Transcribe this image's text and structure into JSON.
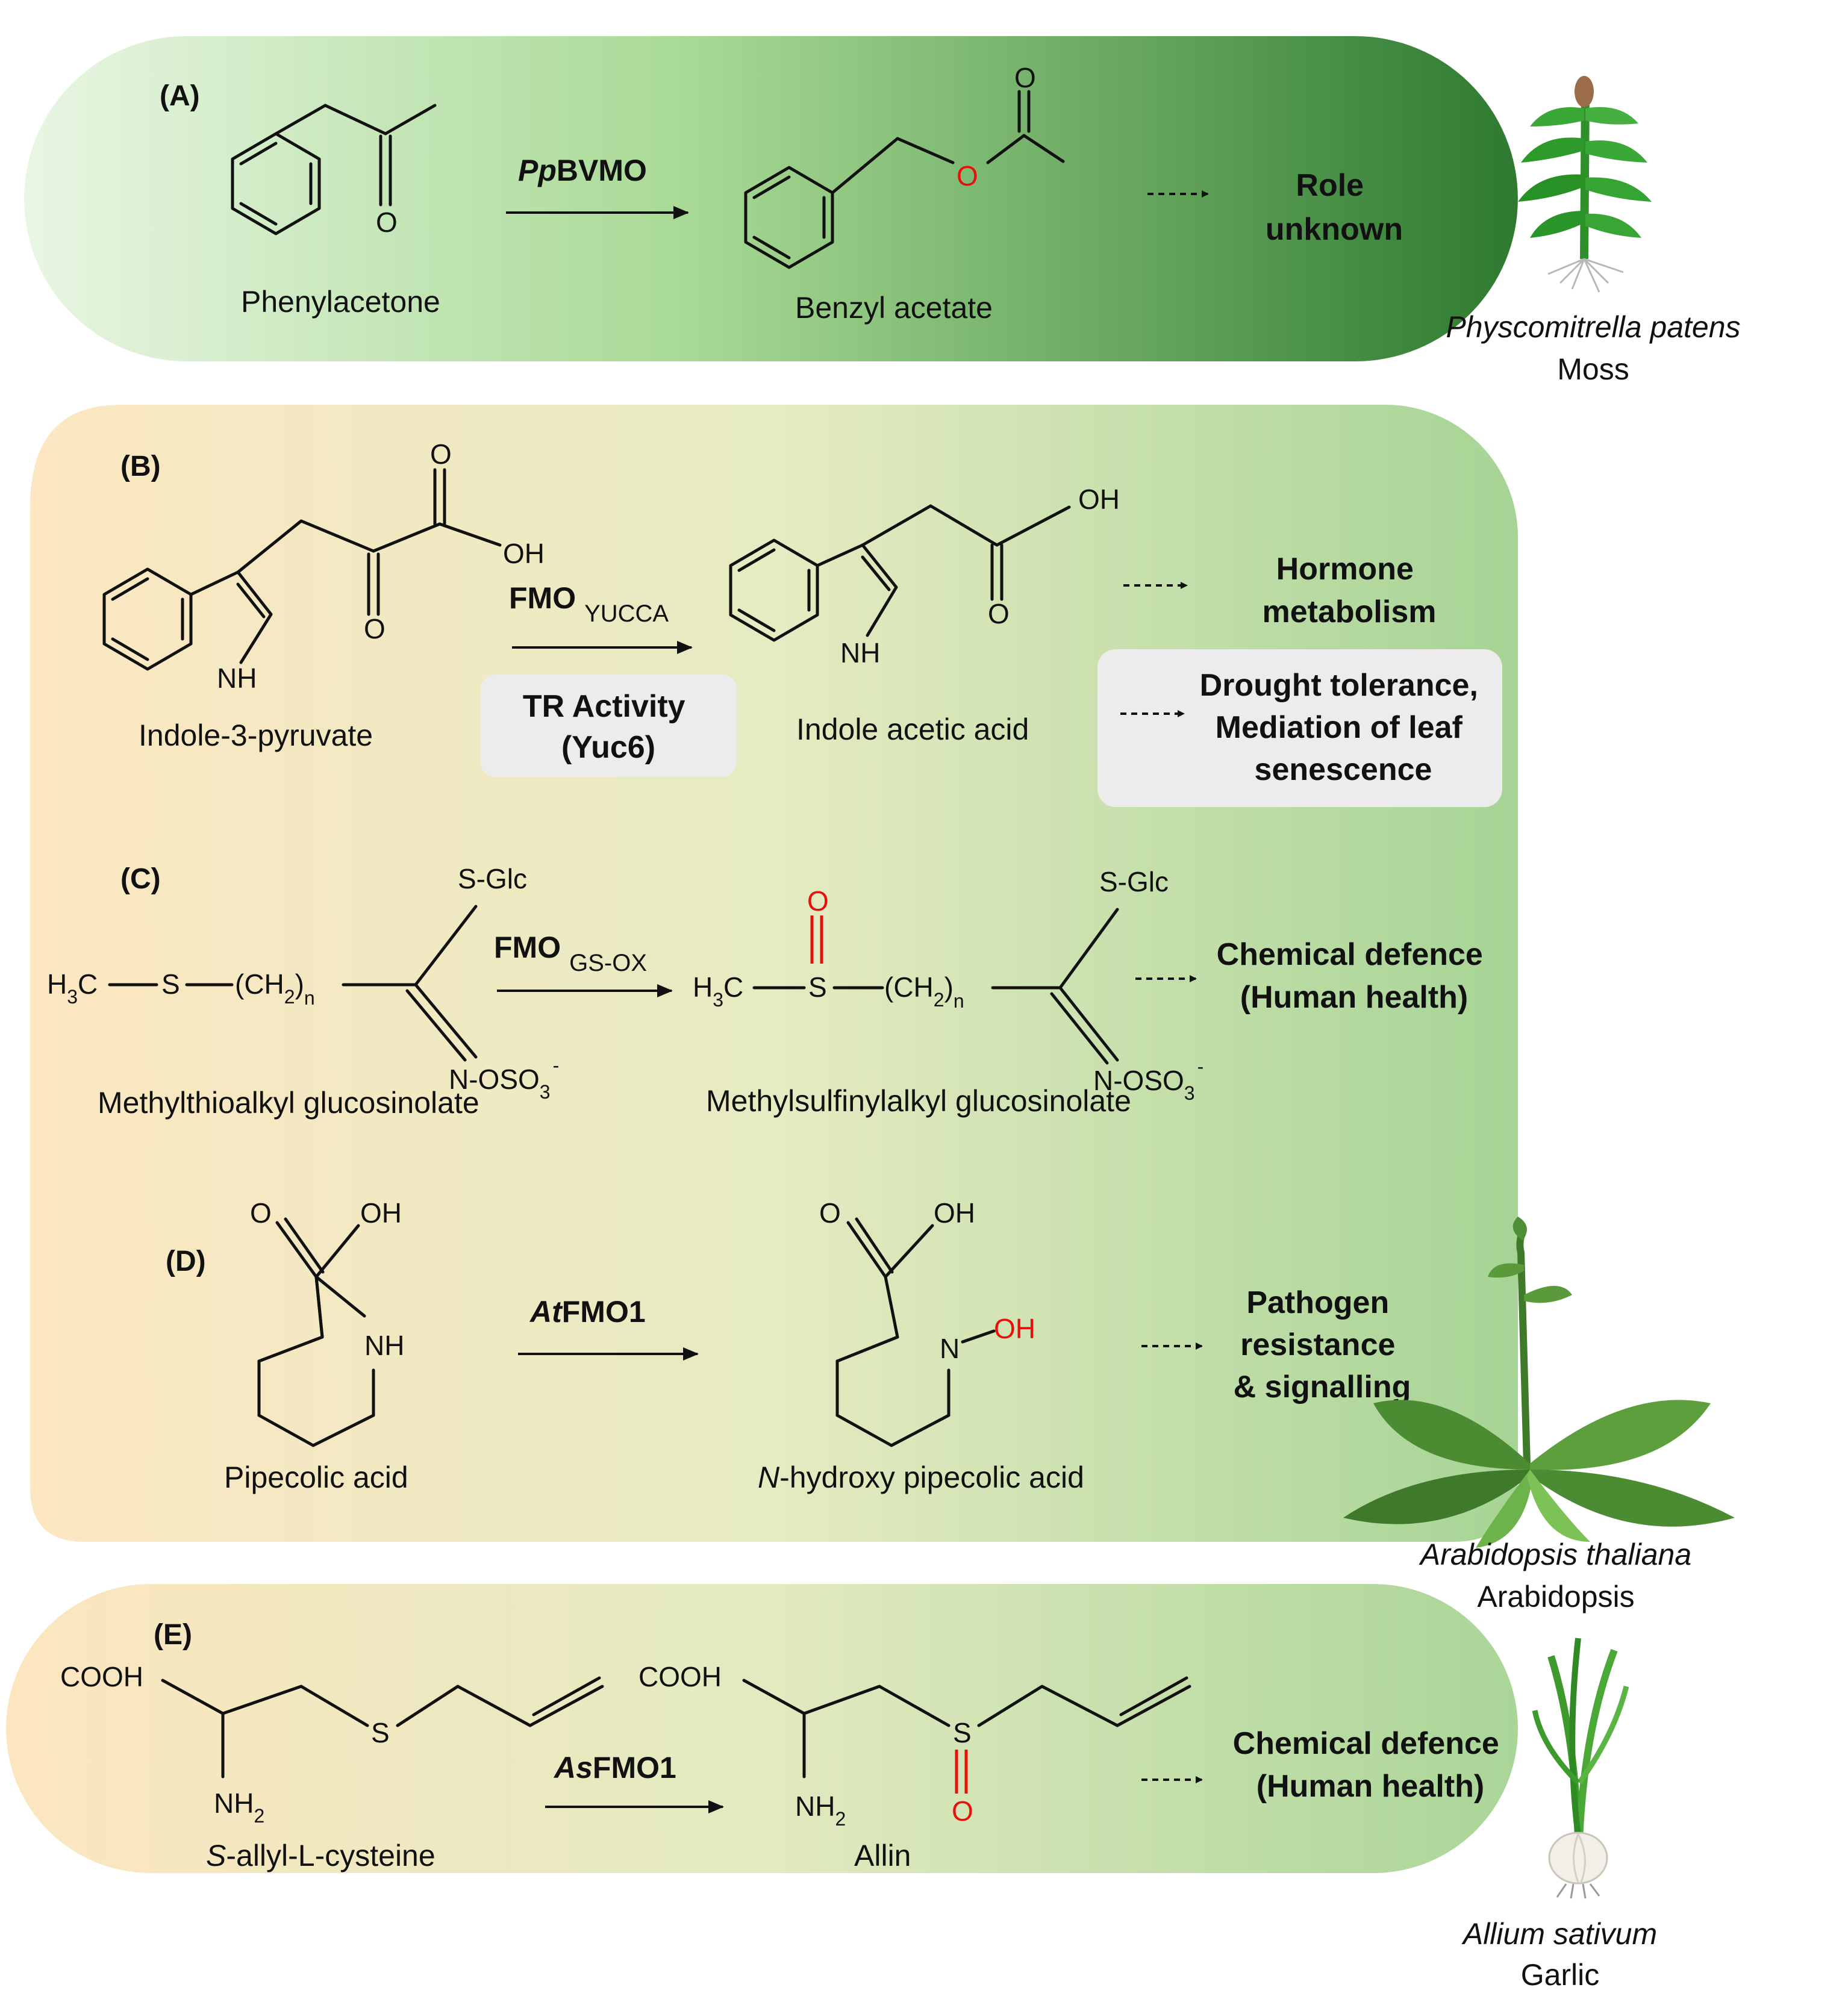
{
  "panels": {
    "a": {
      "label": "(A)",
      "enzyme_prefix": "Pp",
      "enzyme_rest": "BVMO",
      "substrate": "Phenylacetone",
      "product": "Benzyl acetate",
      "role_line1": "Role",
      "role_line2": "unknown"
    },
    "b": {
      "label": "(B)",
      "enzyme": "FMO",
      "enzyme_sub": "YUCCA",
      "activity_line1": "TR Activity",
      "activity_line2": "(Yuc6)",
      "substrate": "Indole-3-pyruvate",
      "product": "Indole acetic acid",
      "role1_line1": "Hormone",
      "role1_line2": "metabolism",
      "role2_line1": "Drought tolerance,",
      "role2_line2": "Mediation of leaf",
      "role2_line3": "senescence"
    },
    "c": {
      "label": "(C)",
      "enzyme": "FMO",
      "enzyme_sub": "GS-OX",
      "substrate": "Methylthioalkyl glucosinolate",
      "product": "Methylsulfinylalkyl glucosinolate",
      "role_line1": "Chemical defence",
      "role_line2": "(Human health)"
    },
    "d": {
      "label": "(D)",
      "enzyme_prefix": "At",
      "enzyme_rest": "FMO1",
      "substrate": "Pipecolic acid",
      "product_italic": "N",
      "product_rest": "-hydroxy pipecolic acid",
      "role_line1": "Pathogen",
      "role_line2": "resistance",
      "role_line3": "& signalling"
    },
    "e": {
      "label": "(E)",
      "enzyme_prefix": "As",
      "enzyme_rest": "FMO1",
      "substrate_italic": "S",
      "substrate_rest": "-allyl-L-cysteine",
      "product": "Allin",
      "role_line1": "Chemical defence",
      "role_line2": "(Human health)"
    }
  },
  "atoms": {
    "o": "O",
    "oh": "OH",
    "nh": "NH",
    "n": "N",
    "s": "S",
    "h3c": "H",
    "h3c_sub": "3",
    "h3c_c": "C",
    "ch2": "(CH",
    "ch2_sub": "2",
    "ch2_close": ")",
    "ch2_n": "n",
    "sglc": "S-Glc",
    "nos": "N-OSO",
    "nos_sub": "3",
    "nos_sup": "-",
    "cooh": "COOH",
    "nh2": "NH",
    "nh2_sub": "2"
  },
  "organisms": {
    "moss": {
      "latin": "Physcomitrella patens",
      "common": "Moss"
    },
    "arabidopsis": {
      "latin": "Arabidopsis thaliana",
      "common": "Arabidopsis"
    },
    "garlic": {
      "latin": "Allium sativum",
      "common": "Garlic"
    }
  },
  "colors": {
    "panel_a_start": "#e8f5e2",
    "panel_a_end": "#2f7d32",
    "panel_b_start": "#fbe8c4",
    "panel_b_end": "#a9d59a",
    "grey_box": "#ececec",
    "oxygen_red": "#e8100c"
  }
}
